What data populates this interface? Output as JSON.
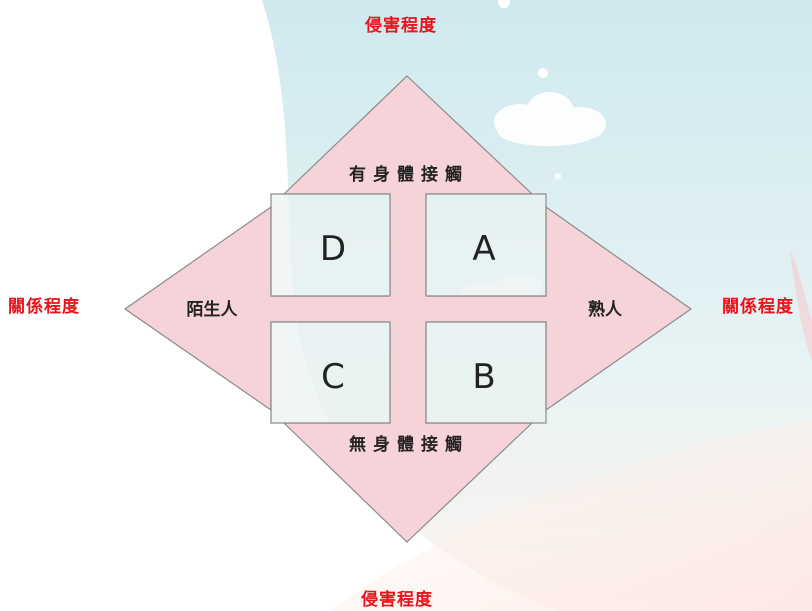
{
  "labels": {
    "top_axis": "侵害程度",
    "bottom_axis": "侵害程度",
    "left_axis": "關係程度",
    "right_axis": "關係程度",
    "top_arrow": "有身體接觸",
    "bottom_arrow": "無身體接觸",
    "left_arrow": "陌生人",
    "right_arrow": "熟人"
  },
  "quadrants": {
    "top_left": "D",
    "top_right": "A",
    "bottom_left": "C",
    "bottom_right": "B"
  },
  "colors": {
    "axis_label": "#e8141a",
    "arrow_fill": "#f6d3d8",
    "arrow_stroke": "#8a8a8a",
    "quadrant_fill": "#e9f2f1",
    "text": "#222222"
  }
}
